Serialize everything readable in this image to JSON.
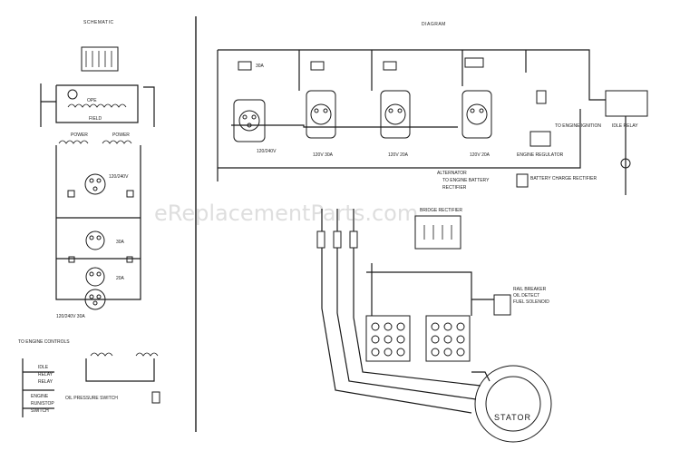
{
  "schematic": {
    "title": "SCHEMATIC",
    "field": "FIELD",
    "ope": "OPE",
    "power_left": "POWER",
    "power_right": "POWER",
    "v120_240": "120/240V",
    "v30a": "30A",
    "v20a": "20A",
    "bottom": "120/240V 30A",
    "engine_controls": "TO ENGINE CONTROLS",
    "relay_lines": [
      "IDLE",
      "RELAY",
      "RELAY",
      "ENGINE",
      "RUN/STOP",
      "SWITCH"
    ],
    "oil_switch": "OIL PRESSURE SWITCH"
  },
  "diagram": {
    "title": "DIAGRAM",
    "breaker_30a": "30A",
    "r120_30a": "120V 30A",
    "r120_20a": "120V 20A",
    "r120_20a_b": "120V 20A",
    "idle_relay": "IDLE RELAY",
    "to_engine": "TO ENGINE IGNITION",
    "engine_regulator": "ENGINE REGULATOR",
    "battery_charge": "BATTERY CHARGE RECTIFIER",
    "note_lines": [
      "ALTERNATOR",
      "TO ENGINE BATTERY",
      "RECTIFIER"
    ],
    "bridge_rect": "BRIDGE RECTIFIER",
    "rail_lines": [
      "RAIL BREAKER",
      "OIL DETECT",
      "FUEL SOLENOID"
    ],
    "stator": "STATOR",
    "watermark": "eReplacementParts.com"
  }
}
